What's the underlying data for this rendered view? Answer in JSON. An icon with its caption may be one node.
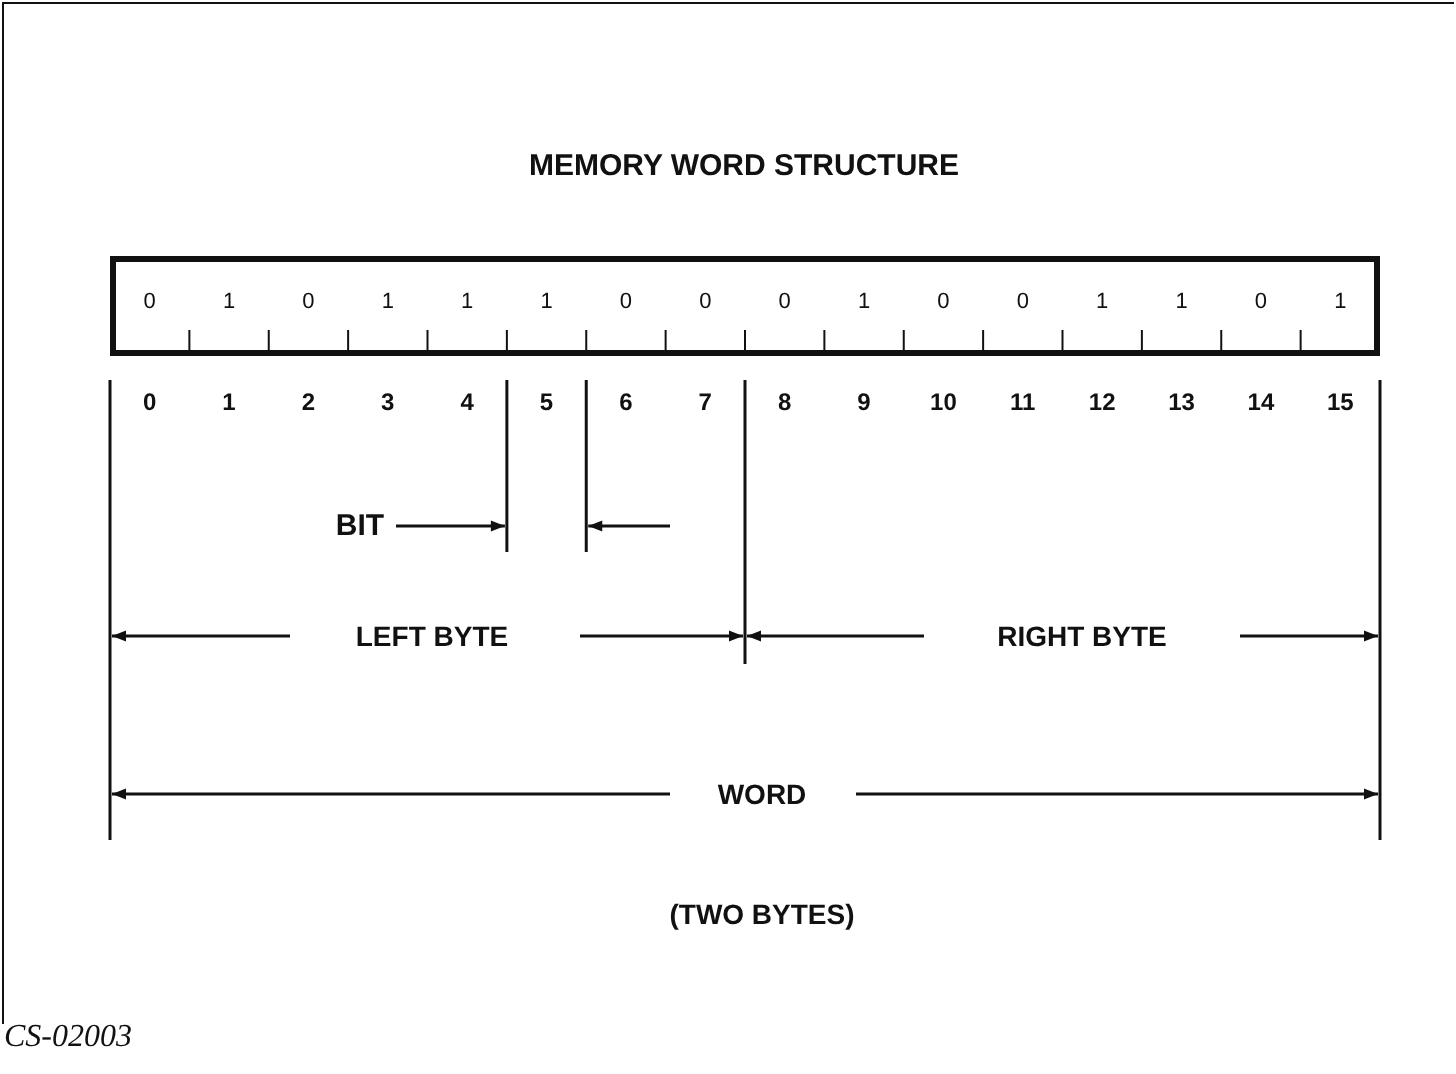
{
  "diagram": {
    "title": "MEMORY WORD STRUCTURE",
    "nodes": [
      {
        "text": [
          "0",
          "1",
          "0",
          "1",
          "1",
          "1",
          "0",
          "0",
          "0",
          "1",
          "0",
          "0",
          "1",
          "1",
          "0",
          "1"
        ]
      }
    ],
    "labels": [
      "0",
      "1",
      "2",
      "3",
      "4",
      "5",
      "6",
      "7",
      "8",
      "9",
      "10",
      "11",
      "12",
      "13",
      "14",
      "15",
      "BIT",
      "LEFT BYTE",
      "RIGHT BYTE",
      "WORD",
      "(TWO BYTES)",
      "CS-02003"
    ]
  }
}
